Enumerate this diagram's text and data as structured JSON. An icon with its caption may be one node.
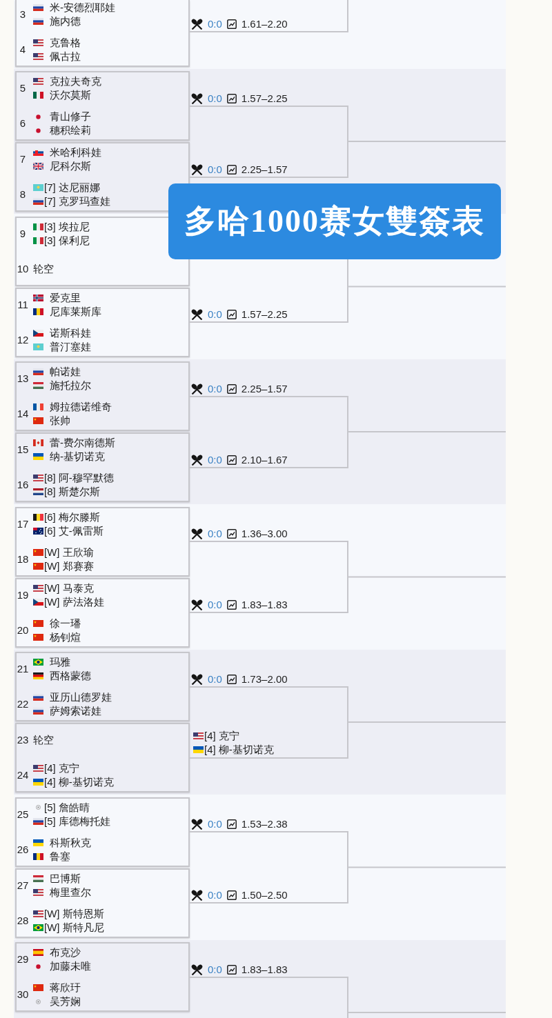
{
  "diagram": {
    "title": "多哈1000赛女雙簽表",
    "nodes": [
      {
        "text": [],
        "shape": "box"
      },
      {
        "text": [
          "3",
          "米-安德烈耶娃",
          "施内德"
        ],
        "in": 0
      },
      {
        "text": [
          "4",
          "克鲁格",
          "佩古拉"
        ],
        "in": 0
      },
      {
        "text": [],
        "shape": "box"
      },
      {
        "text": [
          "5",
          "克拉夫奇克",
          "沃尔莫斯"
        ],
        "in": 3
      },
      {
        "text": [
          "6",
          "青山修子",
          "穗积绘莉"
        ],
        "in": 3
      },
      {
        "text": [],
        "shape": "box"
      },
      {
        "text": [
          "7",
          "米哈利科娃",
          "尼科尔斯"
        ],
        "in": 6
      },
      {
        "text": [
          "8",
          "[7] 达尼丽娜",
          "[7] 克罗玛查娃"
        ],
        "in": 6
      },
      {
        "text": [],
        "shape": "box"
      },
      {
        "text": [
          "9",
          "[3] 埃拉尼",
          "[3] 保利尼"
        ],
        "in": 9
      },
      {
        "text": [
          "10",
          "轮空"
        ],
        "in": 9
      },
      {
        "text": [],
        "shape": "box"
      },
      {
        "text": [
          "11",
          "爱克里",
          "尼库莱斯库"
        ],
        "in": 12
      },
      {
        "text": [
          "12",
          "诺斯科娃",
          "普汀塞娃"
        ],
        "in": 12
      },
      {
        "text": [],
        "shape": "box"
      },
      {
        "text": [
          "13",
          "帕诺娃",
          "施托拉尔"
        ],
        "in": 15
      },
      {
        "text": [
          "14",
          "姆拉德诺维奇",
          "张帅"
        ],
        "in": 15
      },
      {
        "text": [],
        "shape": "box"
      },
      {
        "text": [
          "15",
          "蕾-费尔南德斯",
          "纳-基切诺克"
        ],
        "in": 18
      },
      {
        "text": [
          "16",
          "[8] 阿-穆罕默德",
          "[8] 斯楚尔斯"
        ],
        "in": 18
      },
      {
        "text": [],
        "shape": "box"
      },
      {
        "text": [
          "17",
          "[6] 梅尔滕斯",
          "[6] 艾-佩雷斯"
        ],
        "in": 21
      },
      {
        "text": [
          "18",
          "[W] 王欣瑜",
          "[W] 郑赛赛"
        ],
        "in": 21
      },
      {
        "text": [],
        "shape": "box"
      },
      {
        "text": [
          "19",
          "[W] 马泰克",
          "[W] 萨法洛娃"
        ],
        "in": 24
      },
      {
        "text": [
          "20",
          "徐一璠",
          "杨钊煊"
        ],
        "in": 24
      },
      {
        "text": [],
        "shape": "box"
      },
      {
        "text": [
          "21",
          "玛雅",
          "西格蒙德"
        ],
        "in": 27
      },
      {
        "text": [
          "22",
          "亚历山德罗娃",
          "萨姆索诺娃"
        ],
        "in": 27
      },
      {
        "text": [],
        "shape": "box"
      },
      {
        "text": [
          "23",
          "轮空"
        ],
        "in": 30
      },
      {
        "text": [
          "24",
          "[4] 克宁",
          "[4] 柳-基切诺克"
        ],
        "in": 30
      },
      {
        "text": [],
        "shape": "box"
      },
      {
        "text": [
          "25",
          "[5] 詹皓晴",
          "[5] 库德梅托娃"
        ],
        "in": 33
      },
      {
        "text": [
          "26",
          "科斯秋克",
          "鲁塞"
        ],
        "in": 33
      },
      {
        "text": [],
        "shape": "box"
      },
      {
        "text": [
          "27",
          "巴博斯",
          "梅里查尔"
        ],
        "in": 36
      },
      {
        "text": [
          "28",
          "[W] 斯特恩斯",
          "[W] 斯特凡尼"
        ],
        "in": 36
      },
      {
        "text": [],
        "shape": "box"
      },
      {
        "text": [
          "29",
          "布克沙",
          "加藤未唯"
        ],
        "in": 39
      },
      {
        "text": [
          "30",
          "蒋欣玗",
          "吴芳娴"
        ],
        "in": 39
      },
      {
        "text": [
          "0:0",
          "1.61–2.20"
        ]
      },
      {
        "text": [
          "0:0",
          "1.57–2.25",
          "0:0",
          "2.25–1.57"
        ]
      },
      {
        "text": [
          "0:0",
          "1.57–2.25"
        ]
      },
      {
        "text": [
          "0:0",
          "2.25–1.57",
          "0:0",
          "2.10–1.67"
        ]
      },
      {
        "text": [
          "0:0",
          "1.36–3.00",
          "0:0",
          "1.83–1.83"
        ]
      },
      {
        "text": [
          "0:0",
          "1.73–2.00",
          "[4] 克宁",
          "[4] 柳-基切诺克"
        ]
      },
      {
        "text": [
          "0:0",
          "1.53–2.38",
          "0:0",
          "1.50–2.50"
        ]
      },
      {
        "text": [
          "0:0",
          "1.83–1.83"
        ]
      }
    ],
    "edges": [
      {
        "from": 43,
        "to": null,
        "arrow": "none"
      },
      {
        "from": 44,
        "to": null,
        "arrow": "none"
      },
      {
        "from": 45,
        "to": null,
        "arrow": "none"
      },
      {
        "from": 46,
        "to": null,
        "arrow": "none"
      },
      {
        "from": 47,
        "to": null,
        "arrow": "none"
      },
      {
        "from": 48,
        "to": null,
        "arrow": "none"
      },
      {
        "from": 49,
        "to": null,
        "arrow": "none"
      }
    ]
  }
}
